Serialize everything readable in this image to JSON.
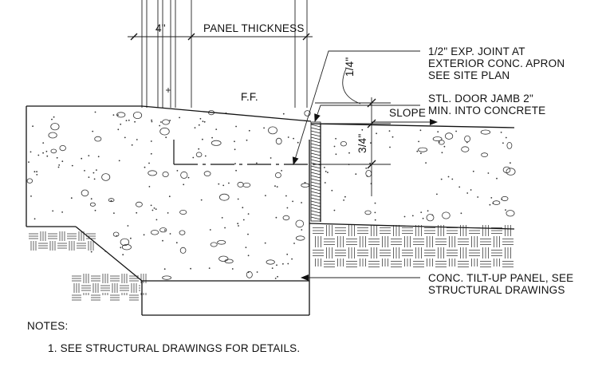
{
  "labels": {
    "dim_4in": "4\"",
    "panel_thickness": "PANEL THICKNESS",
    "ff": "F.F.",
    "slope": "SLOPE",
    "dim_quarter": "1/4\"",
    "dim_three_quarter": "3/4\"",
    "exp_joint": [
      "1/2\" EXP. JOINT AT",
      "EXTERIOR CONC. APRON",
      "SEE SITE PLAN"
    ],
    "door_jamb": [
      "STL. DOOR JAMB 2\"",
      "MIN. INTO CONCRETE"
    ],
    "tilt_up": [
      "CONC. TILT-UP PANEL, SEE",
      "STRUCTURAL DRAWINGS"
    ]
  },
  "notes": {
    "heading": "NOTES:",
    "items": [
      "1. SEE STRUCTURAL DRAWINGS FOR DETAILS."
    ]
  },
  "colors": {
    "line": "#111111",
    "background": "#ffffff"
  }
}
